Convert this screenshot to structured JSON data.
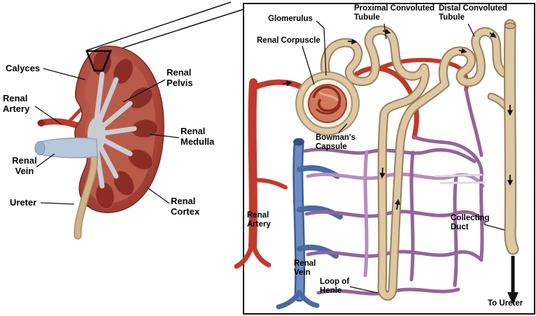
{
  "kidney_panel": {
    "labels": {
      "calyces": "Calyces",
      "renal_artery": "Renal\nArtery",
      "renal_vein": "Renal\nVein",
      "ureter": "Ureter",
      "renal_pelvis": "Renal\nPelvis",
      "renal_medulla": "Renal\nMedulla",
      "renal_cortex": "Renal\nCortex"
    }
  },
  "nephron_panel": {
    "labels": {
      "glomerulus": "Glomerulus",
      "renal_corpuscle": "Renal Corpuscle",
      "proximal_convoluted_tubule": "Proximal Convoluted\nTubule",
      "distal_convoluted_tubule": "Distal Convoluted\nTubule",
      "bowmans_capsule": "Bowman's\nCapsule",
      "renal_artery": "Renal\nArtery",
      "renal_vein": "Renal\nVein",
      "loop_of_henle": "Loop of\nHenle",
      "collecting_duct": "Collecting\nDuct",
      "to_ureter": "To Ureter"
    }
  },
  "colors": {
    "artery_red": "#c0392b",
    "vein_blue": "#5c7cb8",
    "tubule_tan": "#ddc7a4",
    "capillary_purple": "#96639b",
    "kidney_cortex_red": "#a8463c",
    "pelvis_gray": "#c9cdd2",
    "label_text": "#000000"
  }
}
